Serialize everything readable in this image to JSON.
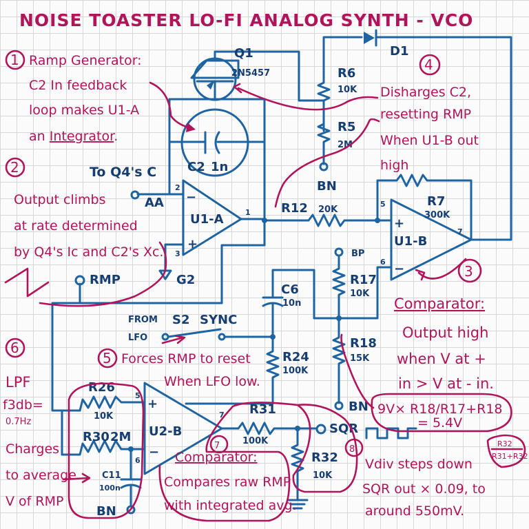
{
  "title": "NOISE TOASTER LO-FI ANALOG SYNTH - VCO",
  "components": {
    "Q1": "Q1",
    "Q1_part": "2N5457",
    "D1": "D1",
    "R6": "R6",
    "R6_val": "10K",
    "R5": "R5",
    "R5_val": "2M",
    "C2": "C2",
    "C2_val": "1n",
    "U1A": "U1-A",
    "U1B": "U1-B",
    "U2B": "U2-B",
    "R12": "R12",
    "R12_val": "20K",
    "R7": "R7",
    "R7_val": "300K",
    "R17": "R17",
    "R17_val": "10K",
    "R18": "R18",
    "R18_val": "15K",
    "C6": "C6",
    "C6_val": "10n",
    "R24": "R24",
    "R24_val": "100K",
    "S2": "S2",
    "S2_label": "SYNC",
    "R26": "R26",
    "R26_val": "10K",
    "R30": "R30",
    "R30_val": "2M",
    "C11": "C11",
    "C11_val": "100n",
    "R31": "R31",
    "R31_val": "100K",
    "R32": "R32",
    "R32_val": "10K"
  },
  "nodes": {
    "bn": "BN",
    "bp": "BP",
    "aa": "AA",
    "g2": "G2",
    "rmp": "RMP",
    "sqr": "SQR",
    "from": "FROM",
    "lfo": "LFO",
    "pin2": "2",
    "pin3": "3",
    "pin1": "1",
    "pin5": "5",
    "pin6": "6",
    "pin7": "7",
    "plus": "+",
    "minus": "−"
  },
  "notes": {
    "n1_num": "1",
    "n1_l1": "Ramp Generator:",
    "n1_l2": "C2 In feedback",
    "n1_l3": "loop makes U1-A",
    "n1_l4a": "an ",
    "n1_l4b": "Integrator",
    "n1_l4c": ".",
    "n2_num": "2",
    "n2_to": "To Q4's C",
    "n2_l1": "Output climbs",
    "n2_l2": "at rate determined",
    "n2_l3": "by Q4's Ic and C2's Xc.",
    "n3_num": "3",
    "n3_head": "Comparator:",
    "n3_l1": "Output high",
    "n3_l2": "when V at +",
    "n3_l3": "in > V at - in.",
    "n3_formula": "9V× R18/R17+R18",
    "n3_result": "= 5.4V",
    "n4_num": "4",
    "n4_l1": "Disharges C2,",
    "n4_l2": "resetting RMP",
    "n4_l3": "When U1-B out",
    "n4_l4": "high",
    "n5_num": "5",
    "n5_l1": "Forces RMP to reset",
    "n5_l2": "When LFO low.",
    "n6_num": "6",
    "n6_head": "LPF",
    "n6_f3db": "f3db=",
    "n6_freq": "0.7Hz",
    "n6_l1": "Charges",
    "n6_l2": "to average",
    "n6_l3": "V of RMP",
    "n7_num": "7",
    "n7_head": "Comparator:",
    "n7_l1": "Compares raw RMP",
    "n7_l2": "with integrated avg.",
    "n8_num": "8",
    "n8_l1": "Vdiv steps down",
    "n8_l2": "SQR out × 0.09, to",
    "n8_l3": "around 550mV.",
    "n8_frac_top": "R32",
    "n8_frac_bot": "R31+R32"
  },
  "colors": {
    "wire": "#1e64a0",
    "note": "#b0145a",
    "label": "#163e70",
    "grid": "#d7d7d7",
    "background": "#fbfbfb"
  }
}
